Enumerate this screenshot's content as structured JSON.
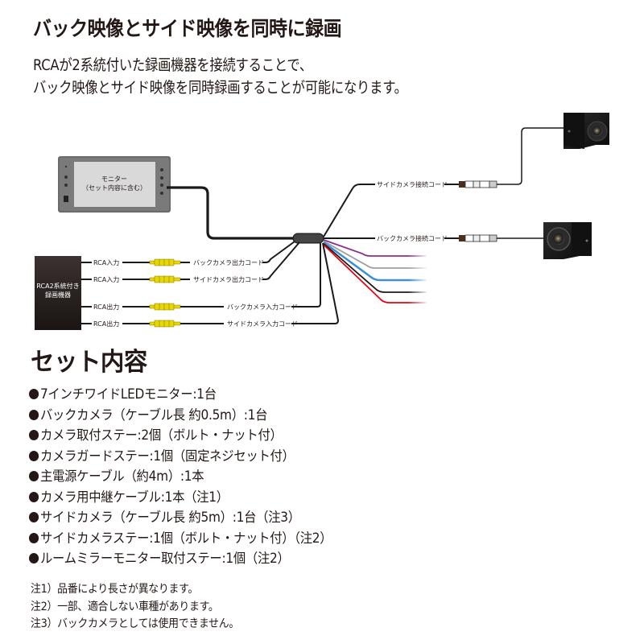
{
  "header": {
    "title": "バック映像とサイド映像を同時に録画",
    "lead_line1": "RCAが2系統付いた録画機器を接続することで、",
    "lead_line2": "バック映像とサイド映像を同時録画することが可能になります。"
  },
  "diagram": {
    "monitor": {
      "label_line1": "モニター",
      "label_line2": "（セット内容に含む）"
    },
    "recorder": {
      "label_line1": "RCA2系統付き",
      "label_line2": "録画機器",
      "ports": [
        "RCA入力",
        "RCA入力",
        "RCA出力",
        "RCA出力"
      ]
    },
    "cords": {
      "back_out": "バックカメラ出力コード",
      "side_out": "サイドカメラ出力コード",
      "back_in": "バックカメラ入力コード",
      "side_in": "サイドカメラ入力コード",
      "side_connect": "サイドカメラ接続コード",
      "back_connect": "バックカメラ接続コード"
    },
    "power_wire_colors": [
      "#8e2c8e",
      "#9e9e9e",
      "#3f8fd2",
      "#231815",
      "#e60012"
    ],
    "rca_plug_color": "#e8d800",
    "cameras": [
      "side-camera",
      "back-camera"
    ]
  },
  "set_contents": {
    "title": "セット内容",
    "items": [
      "7インチワイドLEDモニター:1台",
      "バックカメラ（ケーブル長 約0.5m）:1台",
      "カメラ取付ステー:2個（ボルト・ナット付）",
      "カメラガードステー:1個（固定ネジセット付）",
      "主電源ケーブル（約4m）:1本",
      "カメラ用中継ケーブル:1本（注1）",
      "サイドカメラ（ケーブル長 約5m）:1台（注3）",
      "サイドカメラステー:1個（ボルト・ナット付）（注2）",
      "ルームミラーモニター取付ステー:1個（注2）"
    ]
  },
  "notes": [
    "注1）品番により長さが異なります。",
    "注2）一部、適合しない車種があります。",
    "注3）バックカメラとしては使用できません。"
  ]
}
